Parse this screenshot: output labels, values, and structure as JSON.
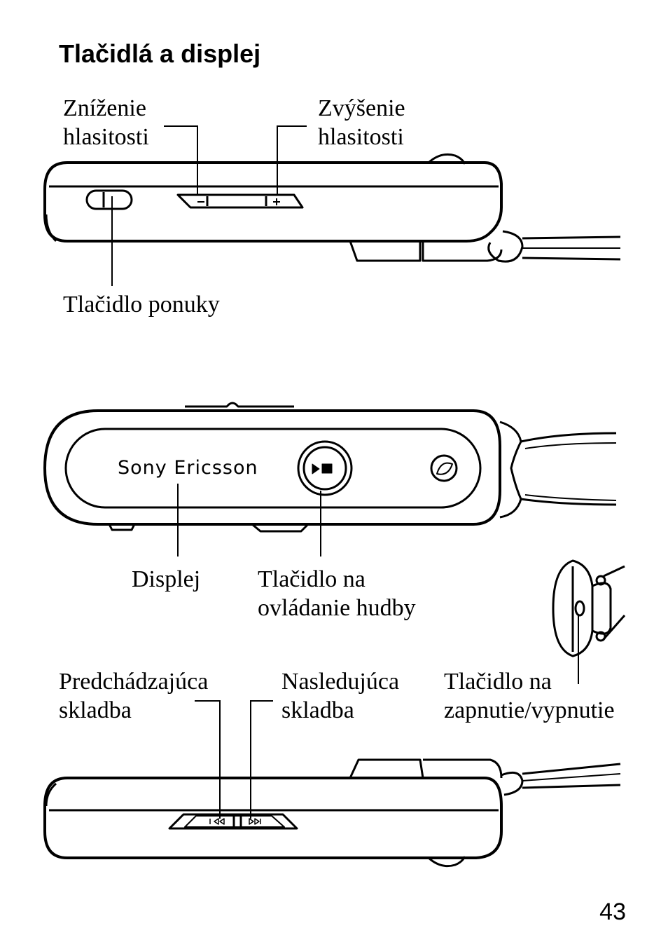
{
  "heading": "Tlačidlá a displej",
  "labels": {
    "volume_down": "Zníženie\nhlasitosti",
    "volume_up": "Zvýšenie\nhlasitosti",
    "menu_button": "Tlačidlo ponuky",
    "display": "Displej",
    "music_control": "Tlačidlo na\novládanie hudby",
    "previous_track": "Predchádzajúca\nskladba",
    "next_track": "Nasledujúca\nskladba",
    "power_button": "Tlačidlo na\nzapnutie/vypnutie"
  },
  "device_brand": "Sony Ericsson",
  "page_number": "43"
}
